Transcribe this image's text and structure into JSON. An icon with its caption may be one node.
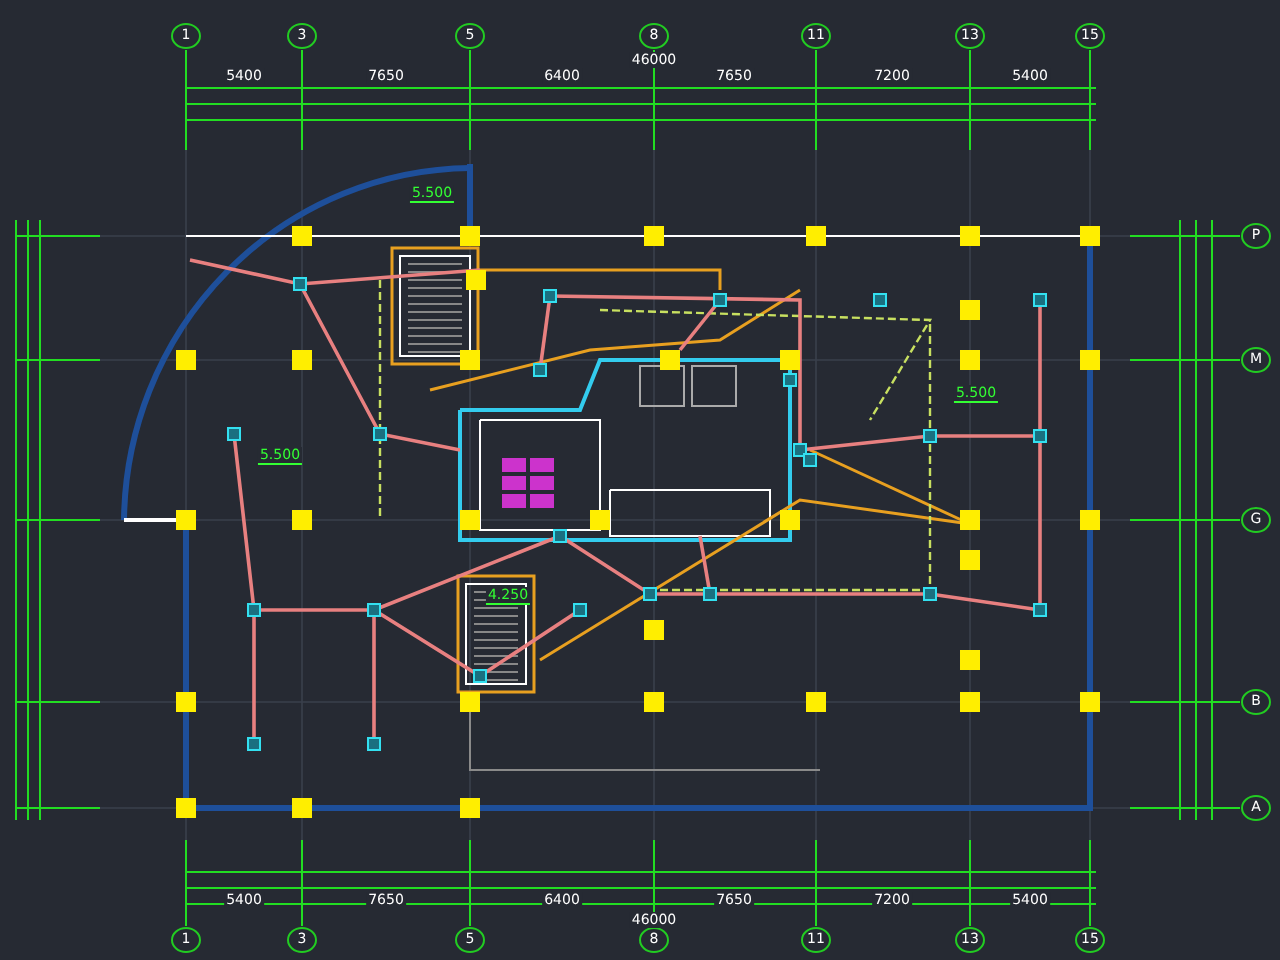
{
  "diagram": {
    "labels": [
      "1",
      "3",
      "5",
      "8",
      "11",
      "13",
      "15",
      "46000",
      "5400",
      "7650",
      "6400",
      "7650",
      "7200",
      "5400",
      "1",
      "3",
      "5",
      "8",
      "11",
      "13",
      "15",
      "5400",
      "7650",
      "6400",
      "7650",
      "7200",
      "5400",
      "46000",
      "P",
      "M",
      "G",
      "B",
      "A",
      "5.500",
      "5.500",
      "5.500",
      "4.250"
    ]
  }
}
